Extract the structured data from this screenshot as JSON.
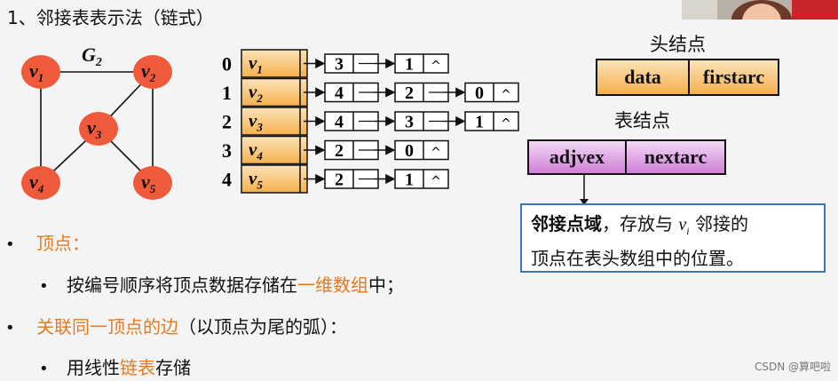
{
  "title": "1、邻接表表示法（链式）",
  "graph": {
    "label": "G",
    "label_sub": "2",
    "vertices": [
      {
        "name": "v",
        "sub": "1"
      },
      {
        "name": "v",
        "sub": "2"
      },
      {
        "name": "v",
        "sub": "3"
      },
      {
        "name": "v",
        "sub": "4"
      },
      {
        "name": "v",
        "sub": "5"
      }
    ],
    "edges": [
      [
        "v1",
        "v2"
      ],
      [
        "v1",
        "v4"
      ],
      [
        "v2",
        "v3"
      ],
      [
        "v2",
        "v5"
      ],
      [
        "v3",
        "v4"
      ],
      [
        "v3",
        "v5"
      ]
    ]
  },
  "adjacency_list": {
    "rows": [
      {
        "index": "0",
        "vertex": "v",
        "sub": "1",
        "nodes": [
          "3",
          "1"
        ]
      },
      {
        "index": "1",
        "vertex": "v",
        "sub": "2",
        "nodes": [
          "4",
          "2",
          "0"
        ]
      },
      {
        "index": "2",
        "vertex": "v",
        "sub": "3",
        "nodes": [
          "4",
          "3",
          "1"
        ]
      },
      {
        "index": "3",
        "vertex": "v",
        "sub": "4",
        "nodes": [
          "2",
          "0"
        ]
      },
      {
        "index": "4",
        "vertex": "v",
        "sub": "5",
        "nodes": [
          "2",
          "1"
        ]
      }
    ],
    "null_symbol": "^"
  },
  "head_node": {
    "caption": "头结点",
    "fields": [
      "data",
      "firstarc"
    ],
    "color": "#f6b04c"
  },
  "table_node": {
    "caption": "表结点",
    "fields": [
      "adjvex",
      "nextarc"
    ],
    "color": "#cf7fd6"
  },
  "info_box": {
    "bold": "邻接点域",
    "line1_rest_a": "，存放与 ",
    "vi": "v",
    "vi_sub": "i",
    "line1_rest_b": " 邻接的",
    "line2": "顶点在表头数组中的位置。",
    "border_color": "#3e75c4"
  },
  "bullets": {
    "b1": "顶点：",
    "b1_1_a": "按编号顺序将顶点数据存储在",
    "b1_1_hl": "一维数组",
    "b1_1_b": "中；",
    "b2_hl": "关联同一顶点的边",
    "b2_rest": "（以顶点为尾的弧）：",
    "b2_1_a": "用线性",
    "b2_1_hl": "链表",
    "b2_1_b": "存储",
    "bullet_symbol": "•",
    "highlight_color": "#e57a1f"
  },
  "watermark": "CSDN @算吧啦"
}
